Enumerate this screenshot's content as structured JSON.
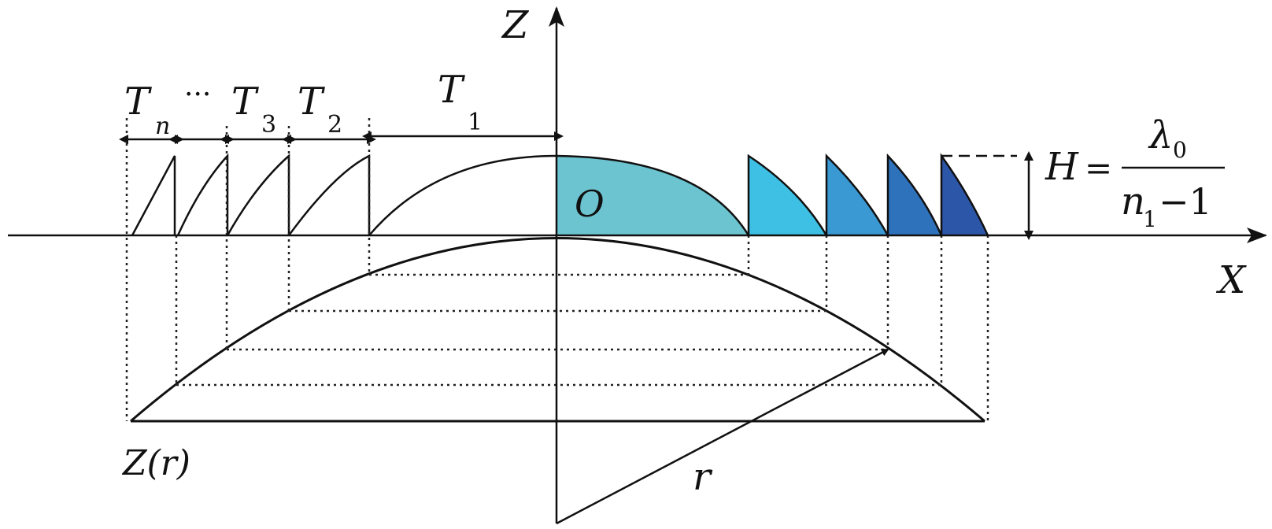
{
  "labels": {
    "z_axis": "Z",
    "x_axis": "X",
    "origin": "O",
    "profile": "Z(r)",
    "radius": "r",
    "zone_n_base": "T",
    "zone_n_sub": "n",
    "ellipsis": "···",
    "zone_3_base": "T",
    "zone_3_sub": "3",
    "zone_2_base": "T",
    "zone_2_sub": "2",
    "zone_1_base": "T",
    "zone_1_sub": "1",
    "height_lhs": "H",
    "height_eq": "=",
    "height_num_base": "λ",
    "height_num_sub": "0",
    "height_den_base": "n",
    "height_den_sub": "1",
    "height_den_rest": "−1"
  },
  "colors": {
    "zone_1_fill": "#6cc4d0",
    "zone_2_fill": "#3ec0e4",
    "zone_3_fill": "#3a98d2",
    "zone_4_fill": "#2f72bc",
    "zone_n_fill": "#2c56a8",
    "line": "#111111"
  }
}
